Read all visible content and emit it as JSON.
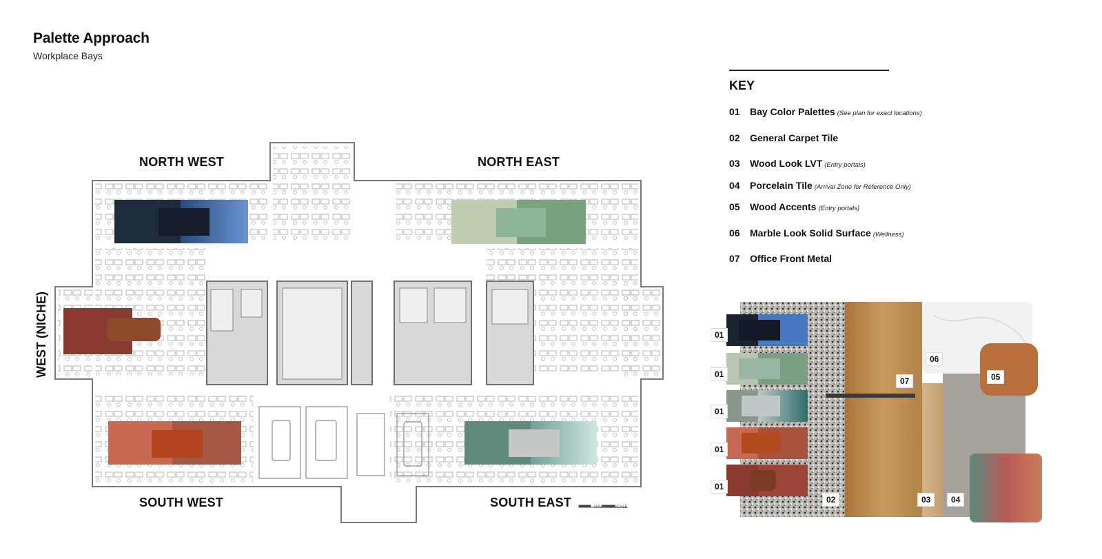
{
  "header": {
    "title": "Palette Approach",
    "subtitle": "Workplace Bays"
  },
  "zones": {
    "north_west": "NORTH WEST",
    "north_east": "NORTH EAST",
    "west_niche": "WEST (NICHE)",
    "south_west": "SOUTH WEST",
    "south_east": "SOUTH EAST"
  },
  "plan": {
    "graphic_scale_label": "GRAPHIC SCALE"
  },
  "key": {
    "title": "KEY",
    "items": [
      {
        "num": "01",
        "label": "Bay Color Palettes",
        "note": "(See plan for exact locations)"
      },
      {
        "num": "02",
        "label": "General Carpet Tile",
        "note": ""
      },
      {
        "num": "03",
        "label": "Wood Look LVT",
        "note": "(Entry portals)"
      },
      {
        "num": "04",
        "label": "Porcelain Tile",
        "note": "(Arrival Zone for Reference Only)"
      },
      {
        "num": "05",
        "label": "Wood Accents",
        "note": "(Entry portals)"
      },
      {
        "num": "06",
        "label": "Marble Look Solid Surface",
        "note": "(Wellness)"
      },
      {
        "num": "07",
        "label": "Office Front Metal",
        "note": ""
      }
    ]
  },
  "board_tags": {
    "t01a": "01",
    "t01b": "01",
    "t01c": "01",
    "t01d": "01",
    "t01e": "01",
    "t02": "02",
    "t03": "03",
    "t04": "04",
    "t05": "05",
    "t06": "06",
    "t07": "07"
  },
  "colors": {
    "navy": "#1c2836",
    "blue": "#4d79c0",
    "sage": "#aebfa3",
    "green": "#7a9f82",
    "rust": "#8b3a32",
    "leather": "#8c4a2c",
    "terracotta": "#c1614a",
    "orange": "#b84a23",
    "teal": "#5f8a7c",
    "grey": "#c7c9c8",
    "wood": "#b8894e",
    "marble": "#f1f1f1",
    "porcelain": "#a9a49d"
  }
}
